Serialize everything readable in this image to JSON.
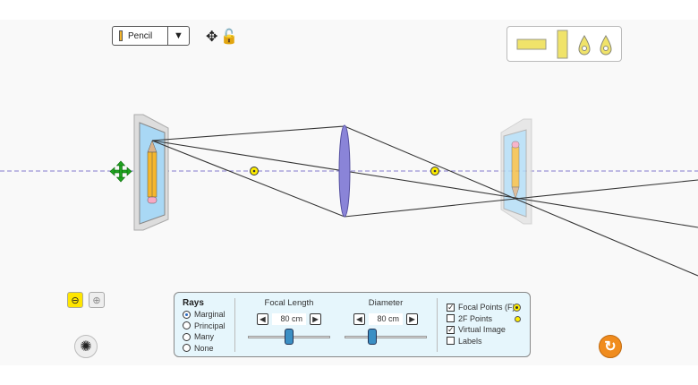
{
  "object_selector": {
    "selected": "Pencil",
    "icon": "pencil-icon"
  },
  "top_icons": [
    "move-icon",
    "unlock-icon"
  ],
  "toolbox": [
    "horizontal-ruler-icon",
    "vertical-ruler-icon",
    "intensity-probe-icon",
    "intensity-probe-icon"
  ],
  "rays": {
    "title": "Rays",
    "options": [
      {
        "label": "Marginal",
        "selected": true
      },
      {
        "label": "Principal",
        "selected": false
      },
      {
        "label": "Many",
        "selected": false
      },
      {
        "label": "None",
        "selected": false
      }
    ]
  },
  "focal_length": {
    "label": "Focal Length",
    "value": "80 cm",
    "slider_fraction": 0.5
  },
  "diameter": {
    "label": "Diameter",
    "value": "80 cm",
    "slider_fraction": 0.33
  },
  "checkboxes": [
    {
      "label": "Focal Points (F)",
      "checked": true
    },
    {
      "label": "2F Points",
      "checked": false
    },
    {
      "label": "Virtual Image",
      "checked": true
    },
    {
      "label": "Labels",
      "checked": false
    }
  ],
  "colors": {
    "axis": "#9a93d6",
    "focal": "#ffee00",
    "lens": "#8a84d8",
    "reset": "#f08c1e",
    "zoom_active": "#ffe600"
  }
}
